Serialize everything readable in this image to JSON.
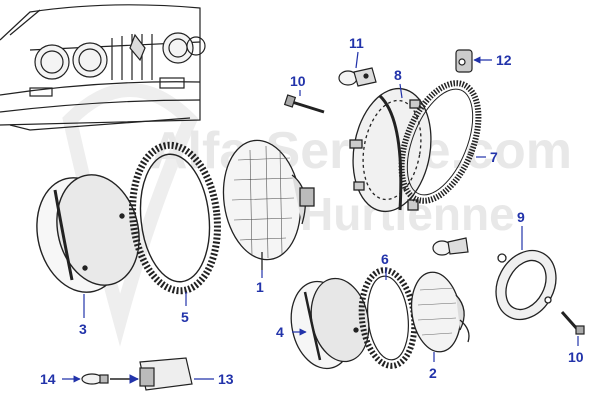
{
  "colors": {
    "callout": "#2233aa",
    "ink": "#1a1a1a",
    "watermark": "#e6e6e6"
  },
  "watermark": {
    "line1": "Alfa-Service.com",
    "line2": "Hurtienne"
  },
  "callouts": {
    "c1": "1",
    "c2": "2",
    "c3": "3",
    "c4": "4",
    "c5": "5",
    "c6": "6",
    "c7": "7",
    "c8": "8",
    "c9": "9",
    "c10a": "10",
    "c10b": "10",
    "c11": "11",
    "c12": "12",
    "c13": "13",
    "c14": "14"
  }
}
